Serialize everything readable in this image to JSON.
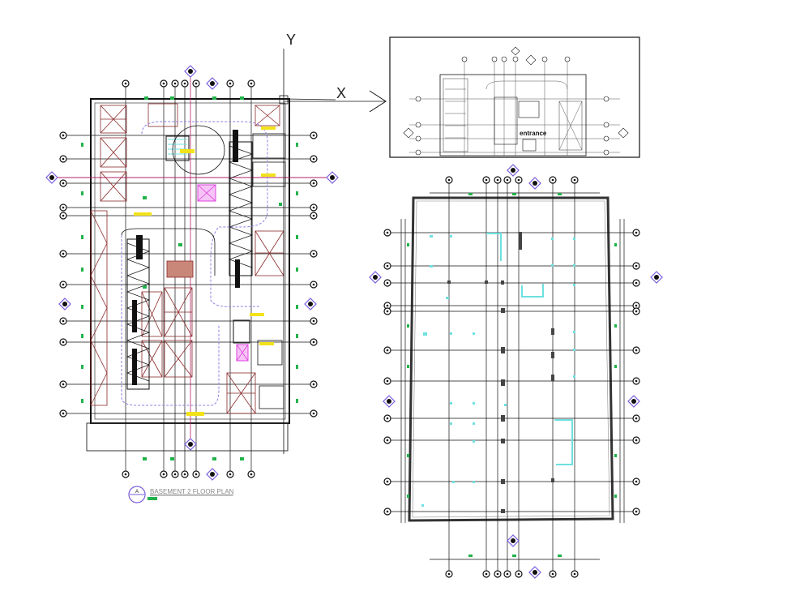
{
  "axes": {
    "y_label": "Y",
    "x_label": "X"
  },
  "plan_title": {
    "tag": "A",
    "text": "BASEMENT 2 FLOOR PLAN"
  },
  "key_plan": {
    "label": "entrance"
  },
  "colors": {
    "linework": "#111111",
    "ramp": "#8b2a2a",
    "elevator": "#e040e0",
    "grid_marker": "#7a5ce0",
    "equipment": "#21b34a",
    "duct": "#6fe0e0",
    "highlight": "#f2e21a",
    "section_line": "#b0206b"
  },
  "icons": [
    "grid-bubble-icon",
    "section-marker-icon",
    "north-arrow-icon",
    "elevator-icon",
    "stair-icon"
  ]
}
